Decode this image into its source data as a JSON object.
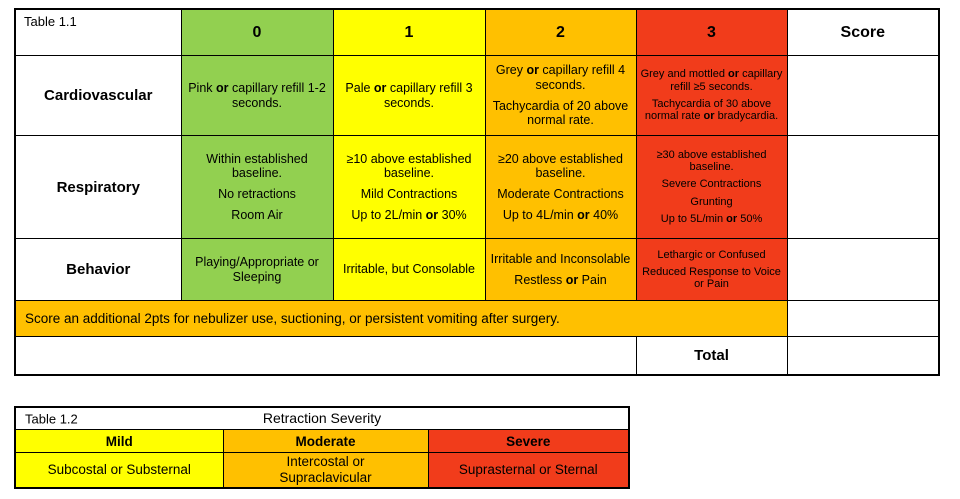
{
  "palette": {
    "green": "#92D050",
    "yellow": "#FFFF00",
    "orange": "#FFC000",
    "red": "#F13C1B",
    "border": "#000000"
  },
  "table1": {
    "label": "Table 1.1",
    "headers": {
      "c0": "0",
      "c1": "1",
      "c2": "2",
      "c3": "3",
      "score": "Score"
    },
    "rows": [
      {
        "label": "Cardiovascular",
        "cells": [
          [
            "Pink **or** capillary refill 1-2 seconds."
          ],
          [
            "Pale **or** capillary refill 3 seconds."
          ],
          [
            "Grey **or** capillary refill 4 seconds.",
            "Tachycardia of 20 above normal rate."
          ],
          [
            "Grey and mottled **or** capillary refill ≥5 seconds.",
            "Tachycardia of 30 above normal rate **or** bradycardia."
          ]
        ]
      },
      {
        "label": "Respiratory",
        "cells": [
          [
            "Within established baseline.",
            "No retractions",
            "Room Air"
          ],
          [
            "≥10 above established baseline.",
            "Mild Contractions",
            "Up to 2L/min **or** 30%"
          ],
          [
            "≥20 above established baseline.",
            "Moderate Contractions",
            "Up to 4L/min **or** 40%"
          ],
          [
            "≥30 above established baseline.",
            "Severe Contractions",
            "Grunting",
            "Up to 5L/min **or** 50%"
          ]
        ]
      },
      {
        "label": "Behavior",
        "cells": [
          [
            "Playing/Appropriate or Sleeping"
          ],
          [
            "Irritable, but Consolable"
          ],
          [
            "Irritable and Inconsolable",
            "Restless **or** Pain"
          ],
          [
            "Lethargic or Confused",
            "Reduced Response to Voice or Pain"
          ]
        ]
      }
    ],
    "note": "Score an additional 2pts for nebulizer use, suctioning, or persistent vomiting after surgery.",
    "total_label": "Total"
  },
  "table2": {
    "label": "Table 1.2",
    "title": "Retraction Severity",
    "headers": [
      "Mild",
      "Moderate",
      "Severe"
    ],
    "values": [
      "Subcostal or Substernal",
      "Intercostal or\nSupraclavicular",
      "Suprasternal or Sternal"
    ]
  }
}
